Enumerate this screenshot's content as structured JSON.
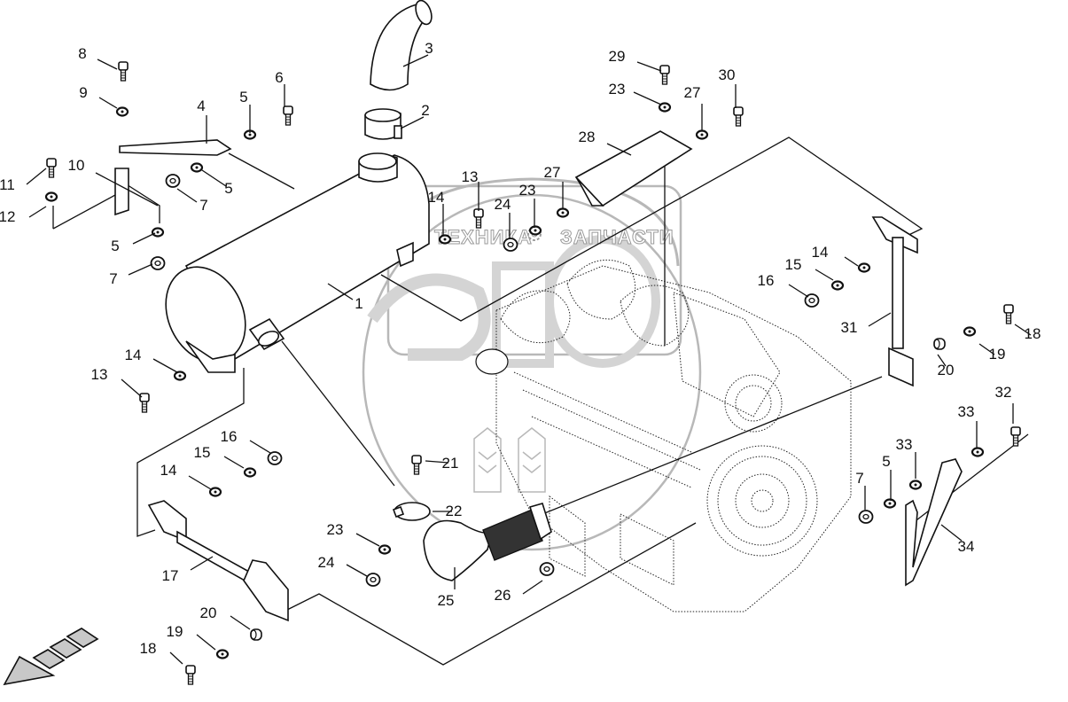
{
  "diagram": {
    "type": "exploded-parts-view",
    "subject": "Exhaust system (muffler, pipes, brackets) mounted on engine",
    "watermark": {
      "text_left": "ТЕХНИКА",
      "text_right": "ЗАПЧАСТИ",
      "emblem": "ЭП"
    },
    "direction_arrow": "front-direction-arrow",
    "callouts": [
      {
        "id": "c1",
        "label": "1",
        "part": "muffler"
      },
      {
        "id": "c2",
        "label": "2",
        "part": "clamp"
      },
      {
        "id": "c3",
        "label": "3",
        "part": "exhaust elbow pipe"
      },
      {
        "id": "c4",
        "label": "4",
        "part": "support bar"
      },
      {
        "id": "c5a",
        "label": "5",
        "part": "washer"
      },
      {
        "id": "c5b",
        "label": "5",
        "part": "washer"
      },
      {
        "id": "c5c",
        "label": "5",
        "part": "washer"
      },
      {
        "id": "c5d",
        "label": "5",
        "part": "washer"
      },
      {
        "id": "c6",
        "label": "6",
        "part": "bolt"
      },
      {
        "id": "c7a",
        "label": "7",
        "part": "nut"
      },
      {
        "id": "c7b",
        "label": "7",
        "part": "nut"
      },
      {
        "id": "c7c",
        "label": "7",
        "part": "nut"
      },
      {
        "id": "c8",
        "label": "8",
        "part": "bolt"
      },
      {
        "id": "c9",
        "label": "9",
        "part": "washer"
      },
      {
        "id": "c10",
        "label": "10",
        "part": "bracket"
      },
      {
        "id": "c11",
        "label": "11",
        "part": "bolt"
      },
      {
        "id": "c12",
        "label": "12",
        "part": "washer"
      },
      {
        "id": "c13a",
        "label": "13",
        "part": "bolt"
      },
      {
        "id": "c13b",
        "label": "13",
        "part": "bolt"
      },
      {
        "id": "c14a",
        "label": "14",
        "part": "washer"
      },
      {
        "id": "c14b",
        "label": "14",
        "part": "washer"
      },
      {
        "id": "c14c",
        "label": "14",
        "part": "washer"
      },
      {
        "id": "c14d",
        "label": "14",
        "part": "washer"
      },
      {
        "id": "c15a",
        "label": "15",
        "part": "lock washer"
      },
      {
        "id": "c15b",
        "label": "15",
        "part": "lock washer"
      },
      {
        "id": "c16a",
        "label": "16",
        "part": "nut"
      },
      {
        "id": "c16b",
        "label": "16",
        "part": "nut"
      },
      {
        "id": "c17",
        "label": "17",
        "part": "muffler support bracket"
      },
      {
        "id": "c18a",
        "label": "18",
        "part": "socket head bolt"
      },
      {
        "id": "c18b",
        "label": "18",
        "part": "socket head bolt"
      },
      {
        "id": "c19a",
        "label": "19",
        "part": "washer"
      },
      {
        "id": "c19b",
        "label": "19",
        "part": "washer"
      },
      {
        "id": "c20a",
        "label": "20",
        "part": "spacer"
      },
      {
        "id": "c20b",
        "label": "20",
        "part": "spacer"
      },
      {
        "id": "c21",
        "label": "21",
        "part": "bolt"
      },
      {
        "id": "c22",
        "label": "22",
        "part": "clamp"
      },
      {
        "id": "c23a",
        "label": "23",
        "part": "washer"
      },
      {
        "id": "c23b",
        "label": "23",
        "part": "washer"
      },
      {
        "id": "c23c",
        "label": "23",
        "part": "washer"
      },
      {
        "id": "c24a",
        "label": "24",
        "part": "nut"
      },
      {
        "id": "c24b",
        "label": "24",
        "part": "nut"
      },
      {
        "id": "c25",
        "label": "25",
        "part": "flex exhaust pipe"
      },
      {
        "id": "c26",
        "label": "26",
        "part": "nut"
      },
      {
        "id": "c27a",
        "label": "27",
        "part": "washer"
      },
      {
        "id": "c27b",
        "label": "27",
        "part": "washer"
      },
      {
        "id": "c28",
        "label": "28",
        "part": "heat shield"
      },
      {
        "id": "c29",
        "label": "29",
        "part": "bolt"
      },
      {
        "id": "c30",
        "label": "30",
        "part": "bolt"
      },
      {
        "id": "c31",
        "label": "31",
        "part": "support post"
      },
      {
        "id": "c32",
        "label": "32",
        "part": "bolt"
      },
      {
        "id": "c33a",
        "label": "33",
        "part": "washer"
      },
      {
        "id": "c33b",
        "label": "33",
        "part": "washer"
      },
      {
        "id": "c34",
        "label": "34",
        "part": "bracket"
      }
    ]
  }
}
